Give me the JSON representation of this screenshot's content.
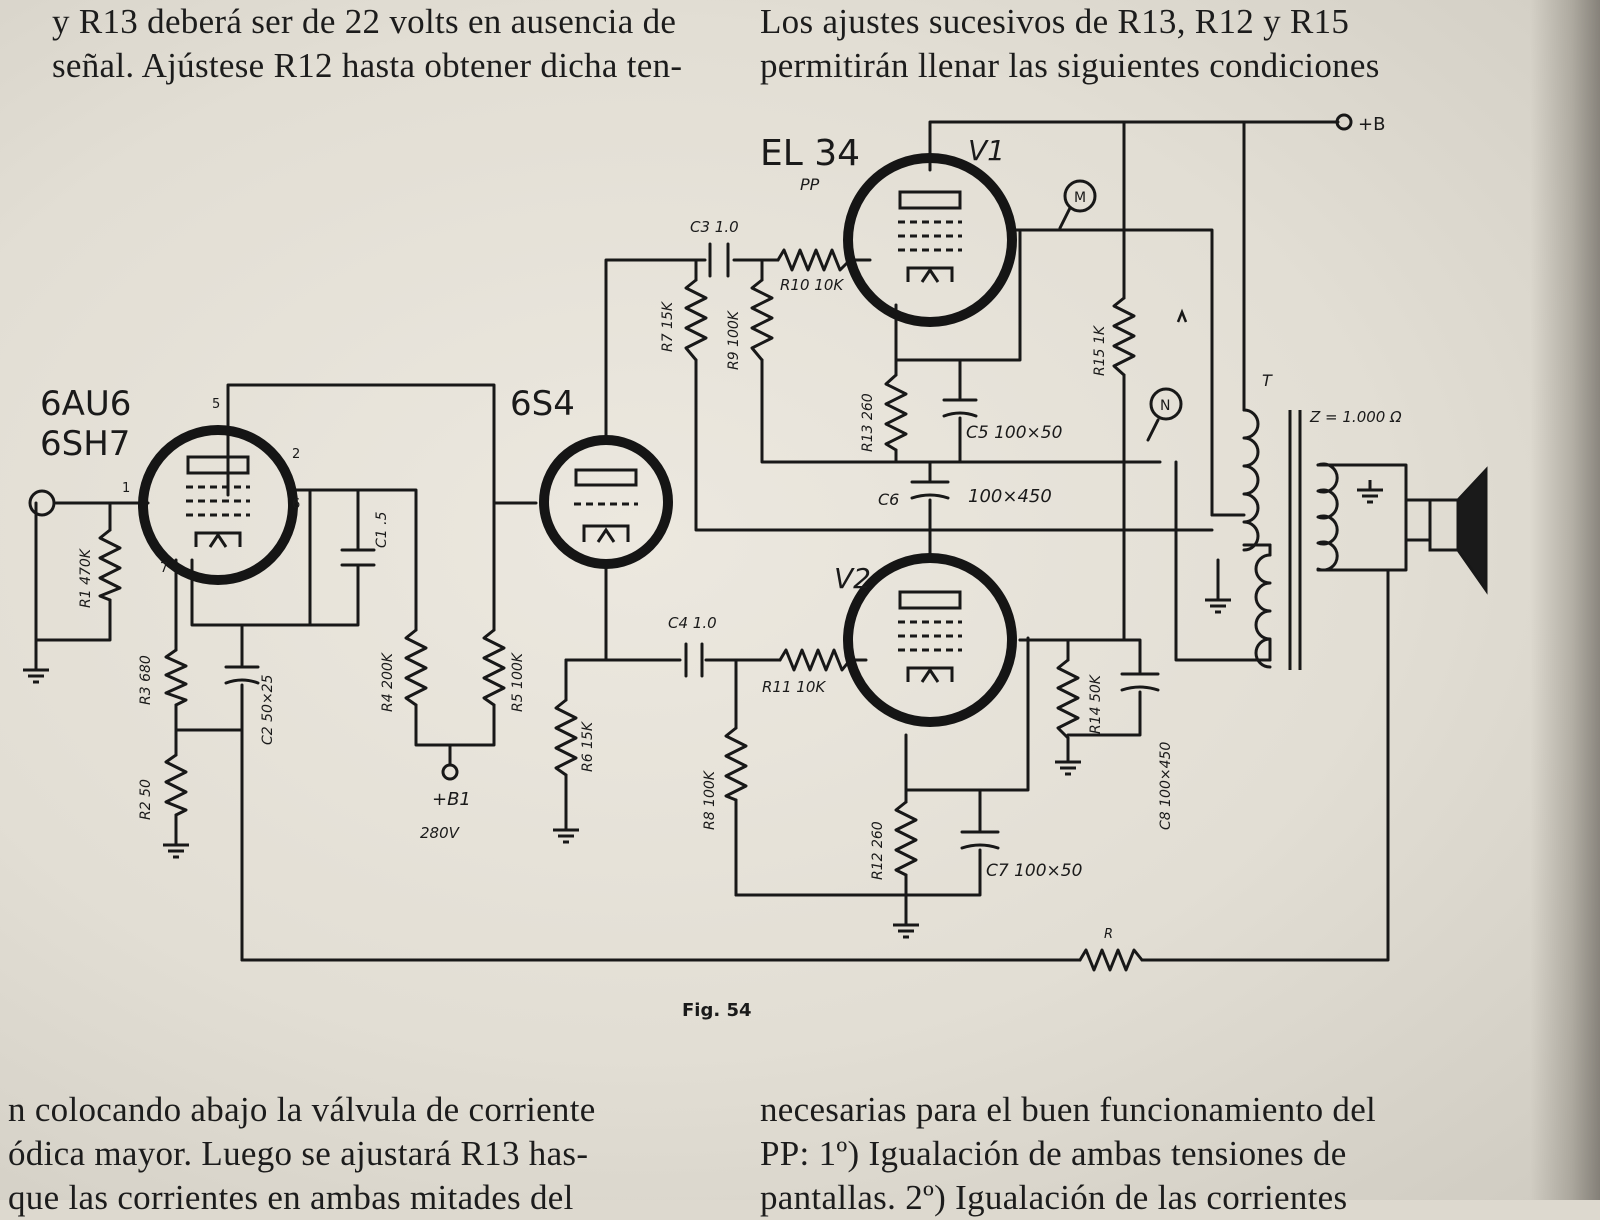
{
  "text_top_left": [
    "y R13 deberá ser de 22 volts en ausencia de",
    "señal. Ajústese R12 hasta obtener dicha ten-"
  ],
  "text_top_right": [
    "Los ajustes sucesivos de R13, R12 y R15",
    "permitirán llenar las siguientes condiciones"
  ],
  "text_bottom_left": [
    "n colocando abajo la válvula de corriente",
    "ódica mayor. Luego se ajustará R13 has-",
    "que las corrientes en ambas mitades del"
  ],
  "text_bottom_right": [
    "necesarias para el buen funcionamiento del",
    "PP: 1º) Igualación de ambas tensiones de",
    "pantallas. 2º) Igualación de las corrientes"
  ],
  "diagram": {
    "tube_6au6": "6AU6",
    "tube_6sh7": "6SH7",
    "tube_6s4": "6S4",
    "tube_el34": "EL 34",
    "pp": "PP",
    "v1": "V1",
    "v2": "V2",
    "plus_b_top": "+B",
    "plus_b_left": "+B1",
    "volt_280": "280V",
    "c3": "C3 1.0",
    "c4": "C4 1.0",
    "r10": "R10 10K",
    "r11": "R11 10K",
    "r7": "R7 15K",
    "r9": "R9 100K",
    "r8": "R8 100K",
    "r6": "R6 15K",
    "r4": "R4 200K",
    "r5": "R5 100K",
    "r1": "R1 470K",
    "r3": "R3 680",
    "r2": "R2 50",
    "r12": "R12 260",
    "r13": "R13 260",
    "r14": "R14 50K",
    "r15": "R15 1K",
    "c1": "C1 .5",
    "c2": "C2 50×25",
    "c5": "C5 100×50",
    "c6": "C6",
    "c6_value": "100×450",
    "c7": "C7 100×50",
    "c8": "C8 100×450",
    "transformer": "T",
    "impedance": "Z = 1.000 Ω",
    "meter_m": "M",
    "meter_n": "N",
    "feedback_r": "R",
    "pin1": "1",
    "pin2": "2",
    "pin5": "5",
    "pin6": "6",
    "pin7": "7",
    "caption": "Fig. 54"
  }
}
